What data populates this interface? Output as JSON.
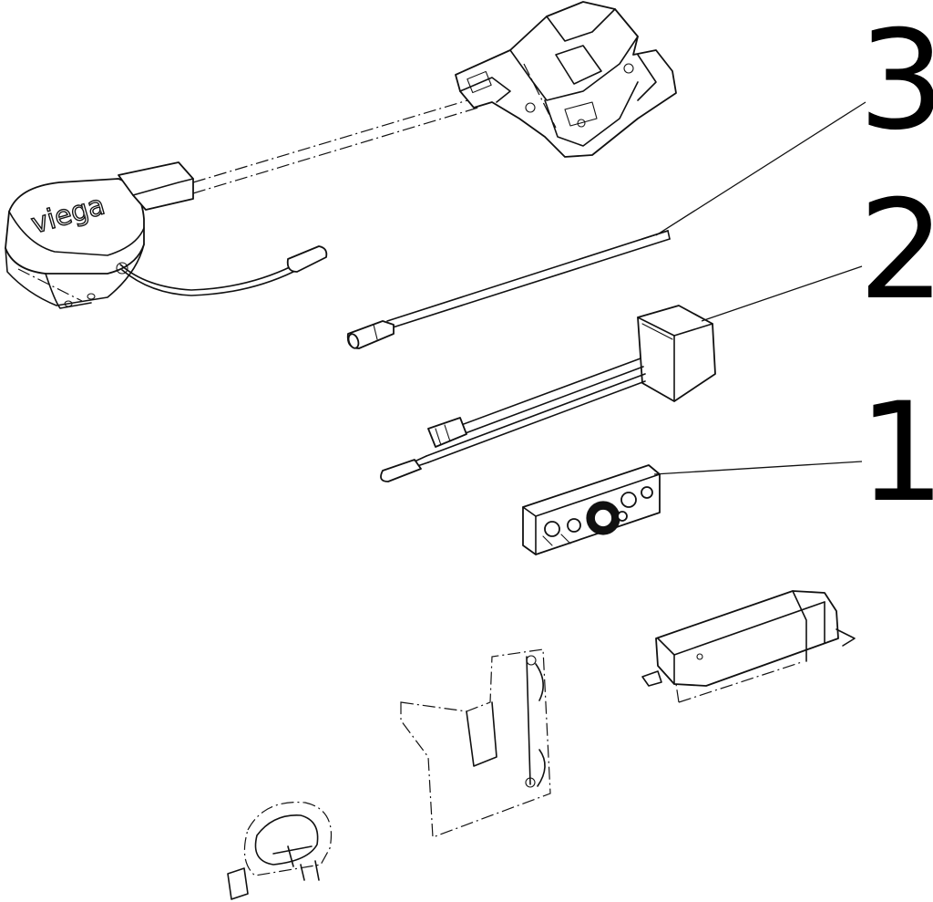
{
  "diagram": {
    "logo_text": "viega",
    "callouts": [
      {
        "number": "1",
        "part": "control-module"
      },
      {
        "number": "2",
        "part": "power-supply-with-cable"
      },
      {
        "number": "3",
        "part": "sensor-cable"
      }
    ]
  }
}
